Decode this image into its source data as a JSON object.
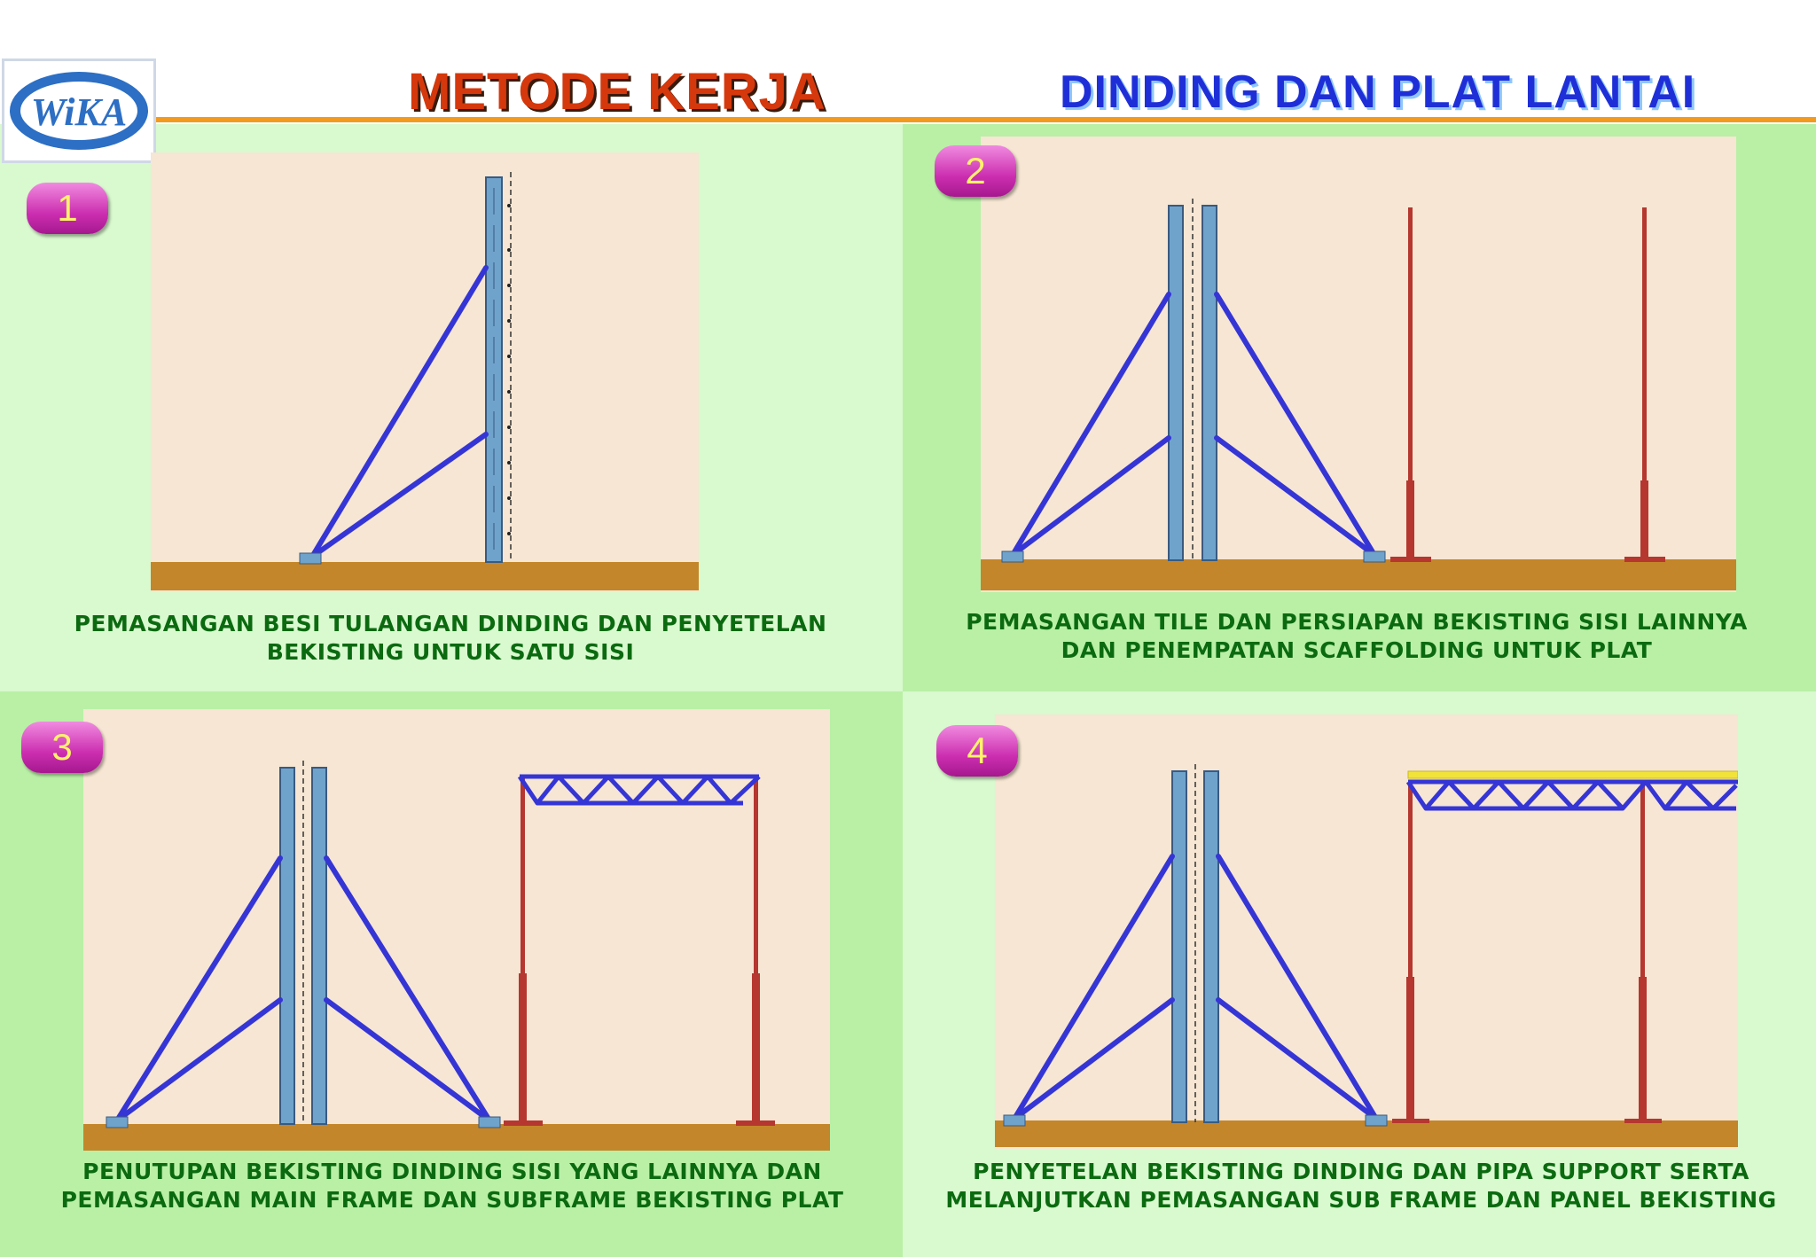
{
  "logo": {
    "text": "WiKA",
    "icon": "wika-logo"
  },
  "header": {
    "title_left": "METODE KERJA",
    "title_right": "DINDING DAN PLAT LANTAI"
  },
  "steps": [
    {
      "number": "1",
      "caption_line1": "PEMASANGAN BESI TULANGAN DINDING DAN PENYETELAN",
      "caption_line2": "BEKISTING UNTUK SATU SISI"
    },
    {
      "number": "2",
      "caption_line1": "PEMASANGAN TILE DAN PERSIAPAN BEKISTING SISI LAINNYA",
      "caption_line2": "DAN PENEMPATAN SCAFFOLDING UNTUK PLAT"
    },
    {
      "number": "3",
      "caption_line1": "PENUTUPAN BEKISTING DINDING SISI YANG LAINNYA DAN",
      "caption_line2": "PEMASANGAN MAIN FRAME DAN SUBFRAME BEKISTING PLAT"
    },
    {
      "number": "4",
      "caption_line1": "PENYETELAN BEKISTING DINDING DAN PIPA SUPPORT SERTA",
      "caption_line2": "MELANJUTKAN PEMASANGAN SUB FRAME DAN PANEL BEKISTING"
    }
  ],
  "colors": {
    "scene_bg": "#f6e6d3",
    "ground": "#c4862a",
    "brace": "#3535d6",
    "formwork": "#6fa3cc",
    "prop": "#b5372f",
    "panel": "#f2e33a",
    "orange_line": "#f39a1e"
  }
}
